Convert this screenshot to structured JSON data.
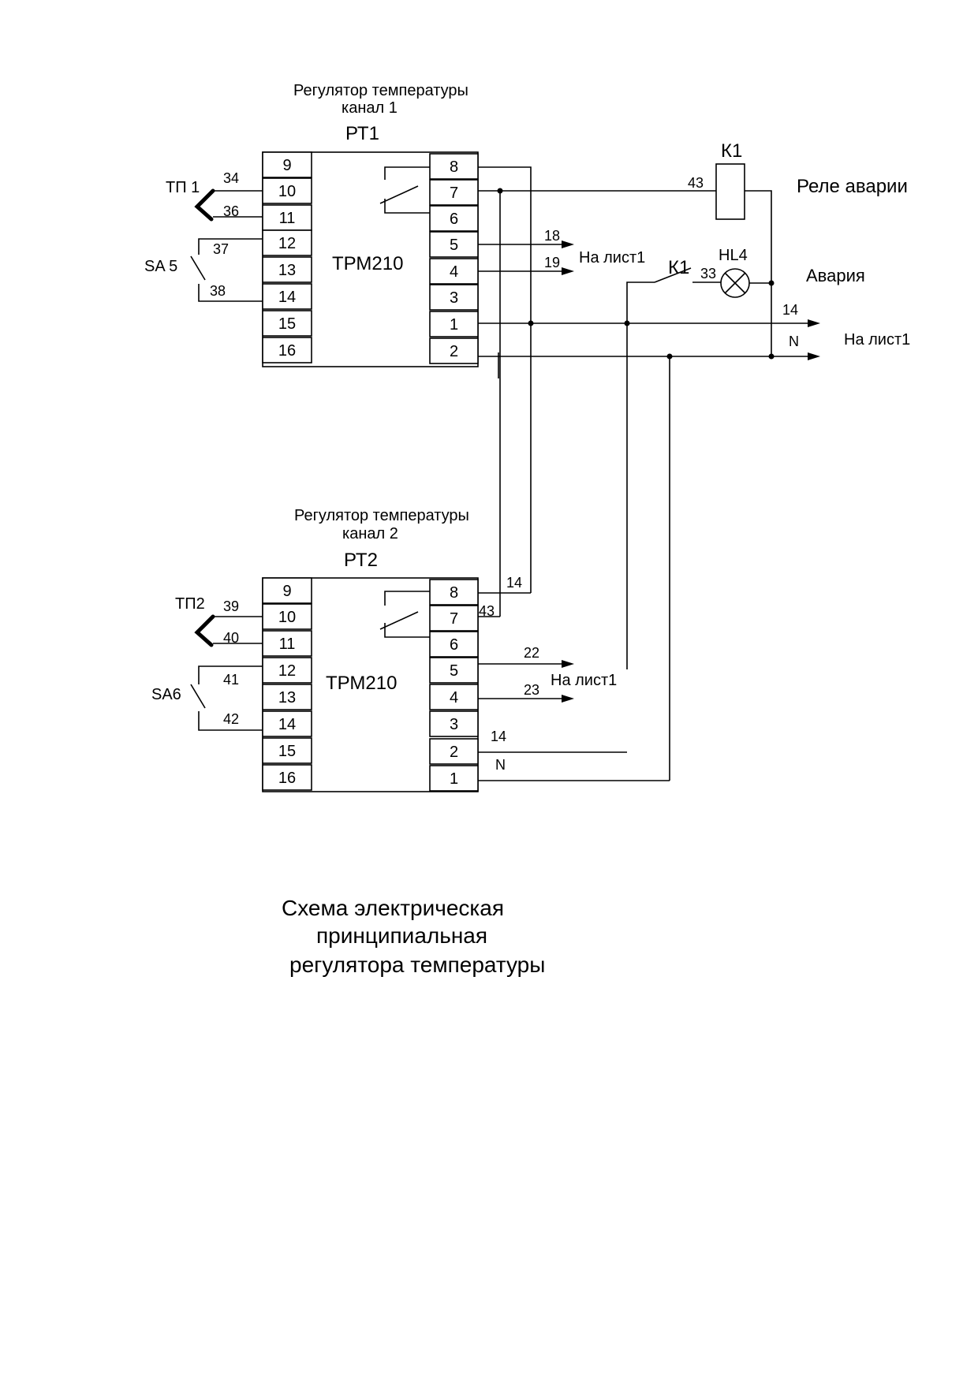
{
  "rt1": {
    "heading_line1": "Регулятор температуры",
    "heading_line2": "канал 1",
    "designation": "РТ1",
    "model": "ТРМ210",
    "left_terminals": [
      "9",
      "10",
      "11",
      "12",
      "13",
      "14",
      "15",
      "16"
    ],
    "right_terminals": [
      "8",
      "7",
      "6",
      "5",
      "4",
      "3",
      "1",
      "2"
    ],
    "sensor": "ТП 1",
    "sensor_wires": [
      "34",
      "36"
    ],
    "switch": "SA 5",
    "switch_wires": [
      "37",
      "38"
    ],
    "out_wires": [
      "18",
      "19"
    ],
    "out_target": "На лист1"
  },
  "rt2": {
    "heading_line1": "Регулятор температуры",
    "heading_line2": "канал 2",
    "designation": "РТ2",
    "model": "ТРМ210",
    "left_terminals": [
      "9",
      "10",
      "11",
      "12",
      "13",
      "14",
      "15",
      "16"
    ],
    "right_terminals": [
      "8",
      "7",
      "6",
      "5",
      "4",
      "3",
      "2",
      "1"
    ],
    "sensor": "ТП2",
    "sensor_wires": [
      "39",
      "40"
    ],
    "switch": "SA6",
    "switch_wires": [
      "41",
      "42"
    ],
    "wire_8": "14",
    "wire_7": "43",
    "out_wires": [
      "22",
      "23"
    ],
    "out_target": "На лист1",
    "supply_wires": [
      "14",
      "N"
    ]
  },
  "alarm": {
    "relay": "К1",
    "relay_wire": "43",
    "relay_label": "Реле аварии",
    "contact": "К1",
    "contact_wire": "33",
    "lamp": "HL4",
    "lamp_label": "Авария",
    "bus_wires": [
      "14",
      "N"
    ],
    "bus_target": "На лист1"
  },
  "caption": {
    "line1": "Схема электрическая",
    "line2": "принципиальная",
    "line3": "регулятора температуры"
  }
}
